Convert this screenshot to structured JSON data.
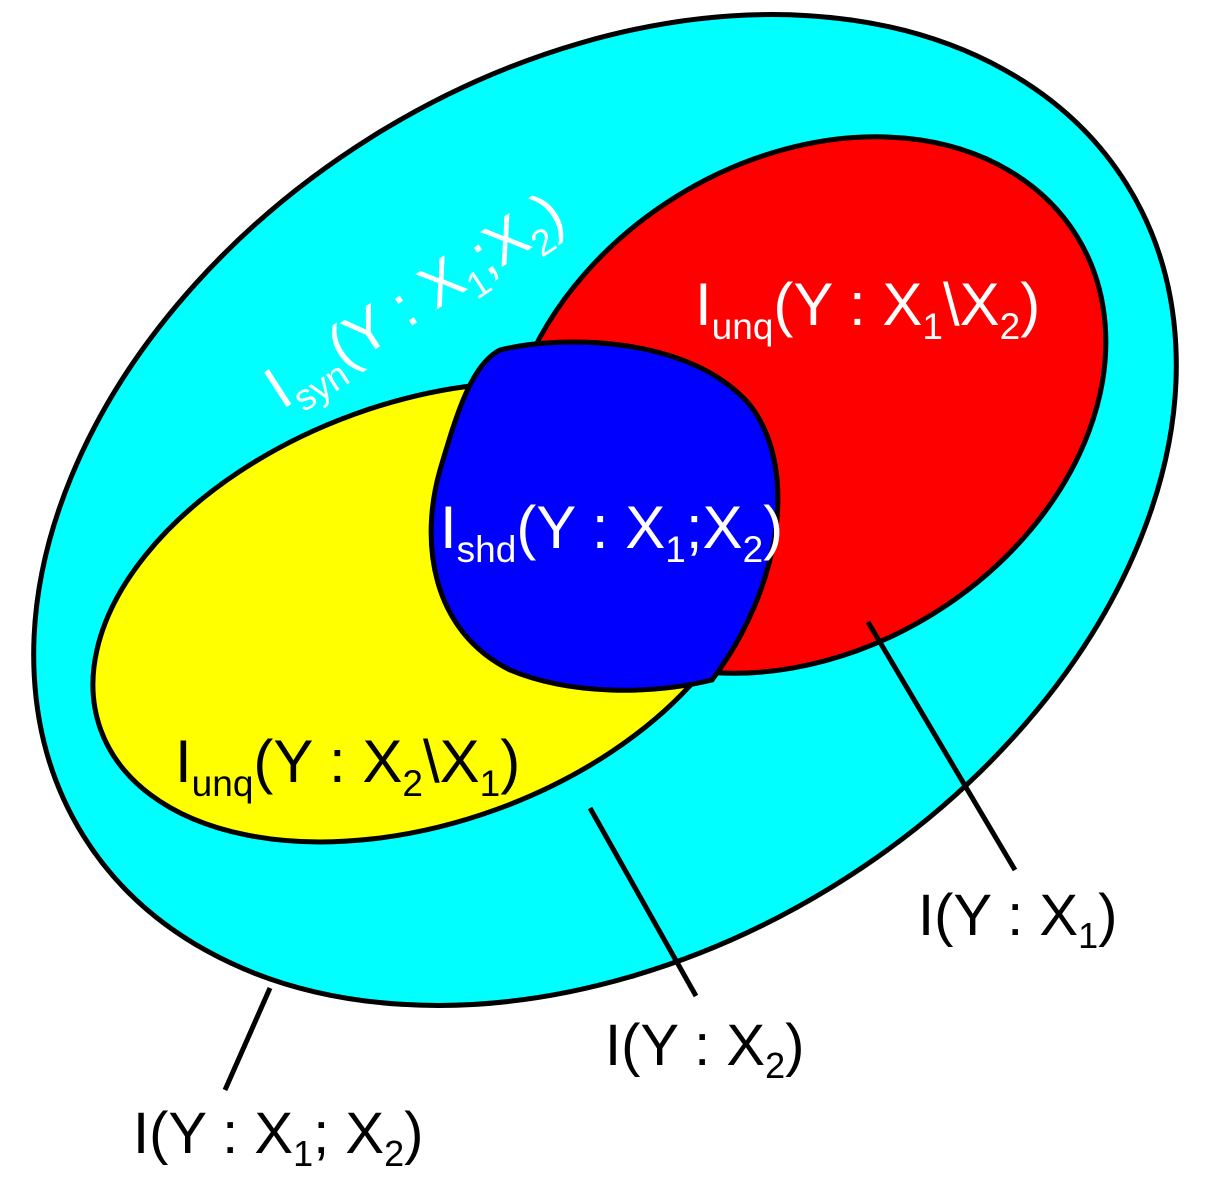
{
  "colors": {
    "outer": "#00ffff",
    "unq1": "#ff0000",
    "unq2": "#ffff00",
    "shared": "#0000ff",
    "stroke": "#000000"
  },
  "regions": {
    "syn": {
      "main": "I",
      "sub": "syn",
      "body": "(Y : X",
      "sub1": "1",
      "mid": ";X",
      "sub2": "2",
      "end": ")"
    },
    "unq1": {
      "main": "I",
      "sub": "unq",
      "body": "(Y : X",
      "sub1": "1",
      "mid": "\\X",
      "sub2": "2",
      "end": ")"
    },
    "shd": {
      "main": "I",
      "sub": "shd",
      "body": "(Y : X",
      "sub1": "1",
      "mid": ";X",
      "sub2": "2",
      "end": ")"
    },
    "unq2": {
      "main": "I",
      "sub": "unq",
      "body": "(Y : X",
      "sub1": "2",
      "mid": "\\X",
      "sub2": "1",
      "end": ")"
    }
  },
  "callouts": {
    "x1": {
      "body": "I(Y : X",
      "sub1": "1",
      "end": ")"
    },
    "x2": {
      "body": "I(Y : X",
      "sub1": "2",
      "end": ")"
    },
    "x1x2": {
      "body": "I(Y : X",
      "sub1": "1",
      "mid": "; X",
      "sub2": "2",
      "end": ")"
    }
  }
}
